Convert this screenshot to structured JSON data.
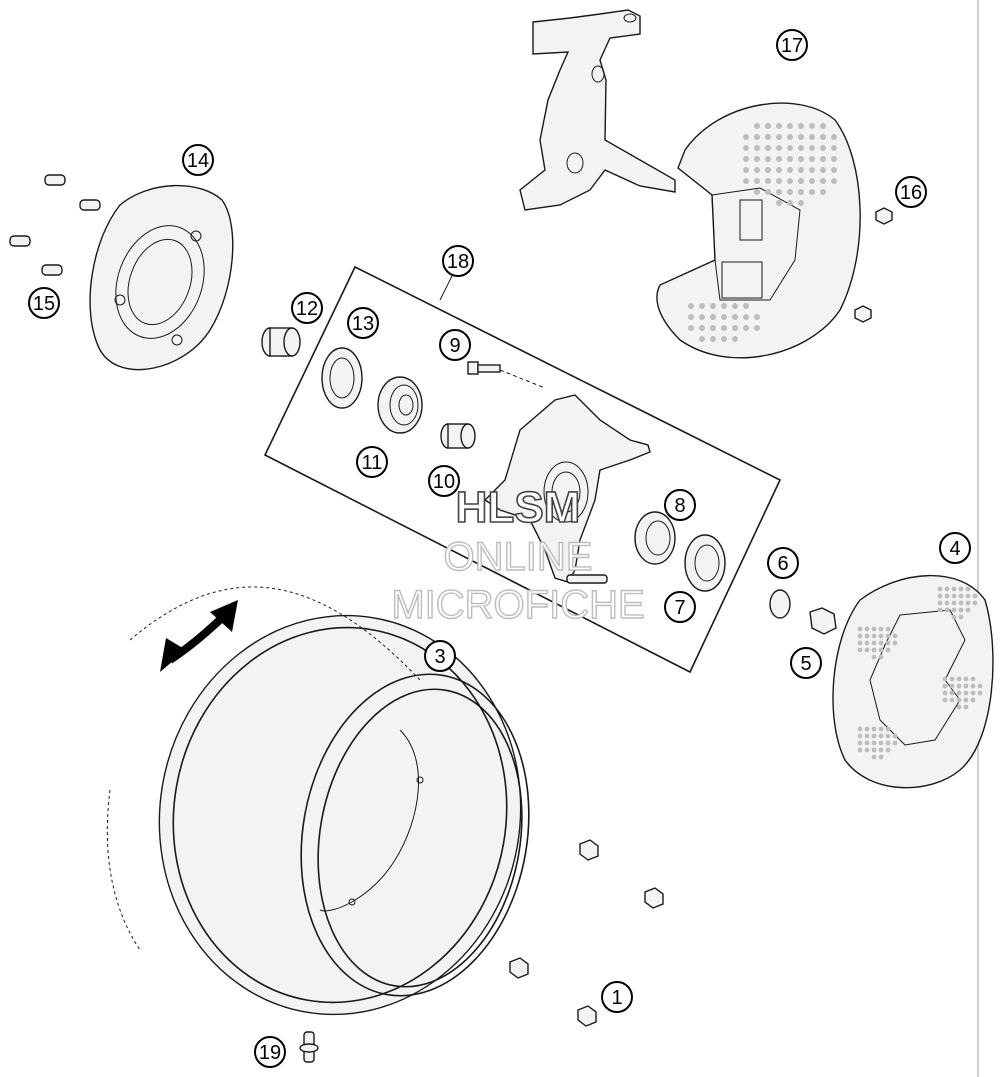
{
  "callouts": {
    "c1": "1",
    "c3": "3",
    "c4": "4",
    "c5": "5",
    "c6": "6",
    "c7": "7",
    "c8": "8",
    "c9": "9",
    "c10": "10",
    "c11": "11",
    "c12": "12",
    "c13": "13",
    "c14": "14",
    "c15": "15",
    "c16": "16",
    "c17": "17",
    "c18": "18",
    "c19": "19"
  },
  "watermark": {
    "line1": "HLSM",
    "line2": "ONLINE",
    "line3": "MICROFICHE"
  }
}
